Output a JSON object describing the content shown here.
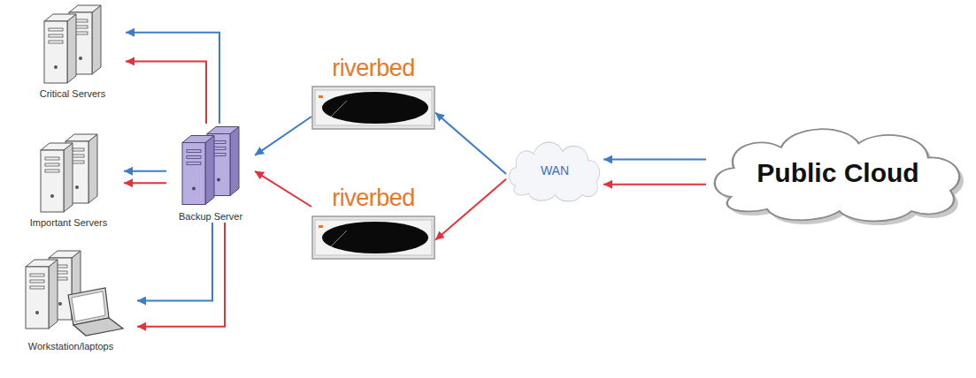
{
  "diagram": {
    "nodes": [
      {
        "text": [
          "Critical Servers"
        ]
      },
      {
        "text": [
          "Important Servers"
        ]
      },
      {
        "text": [
          "Backup Server"
        ]
      },
      {
        "text": [
          "Workstation/laptops"
        ]
      },
      {
        "text": [
          "riverbed"
        ]
      },
      {
        "text": [
          "riverbed"
        ]
      },
      {
        "text": [
          "WAN"
        ]
      },
      {
        "text": [
          "Public Cloud"
        ]
      }
    ],
    "edges": [
      {
        "from": 7,
        "to": 6,
        "arrow": "to"
      },
      {
        "from": 7,
        "to": 6,
        "arrow": "to"
      },
      {
        "from": 6,
        "to": 4,
        "arrow": "to"
      },
      {
        "from": 6,
        "to": 5,
        "arrow": "to"
      },
      {
        "from": 4,
        "to": 2,
        "arrow": "to"
      },
      {
        "from": 5,
        "to": 2,
        "arrow": "to"
      },
      {
        "from": 2,
        "to": 0,
        "arrow": "to"
      },
      {
        "from": 2,
        "to": 0,
        "arrow": "to"
      },
      {
        "from": 2,
        "to": 1,
        "arrow": "to"
      },
      {
        "from": 2,
        "to": 1,
        "arrow": "to"
      },
      {
        "from": 2,
        "to": 3,
        "arrow": "to"
      },
      {
        "from": 2,
        "to": 3,
        "arrow": "to"
      }
    ]
  }
}
